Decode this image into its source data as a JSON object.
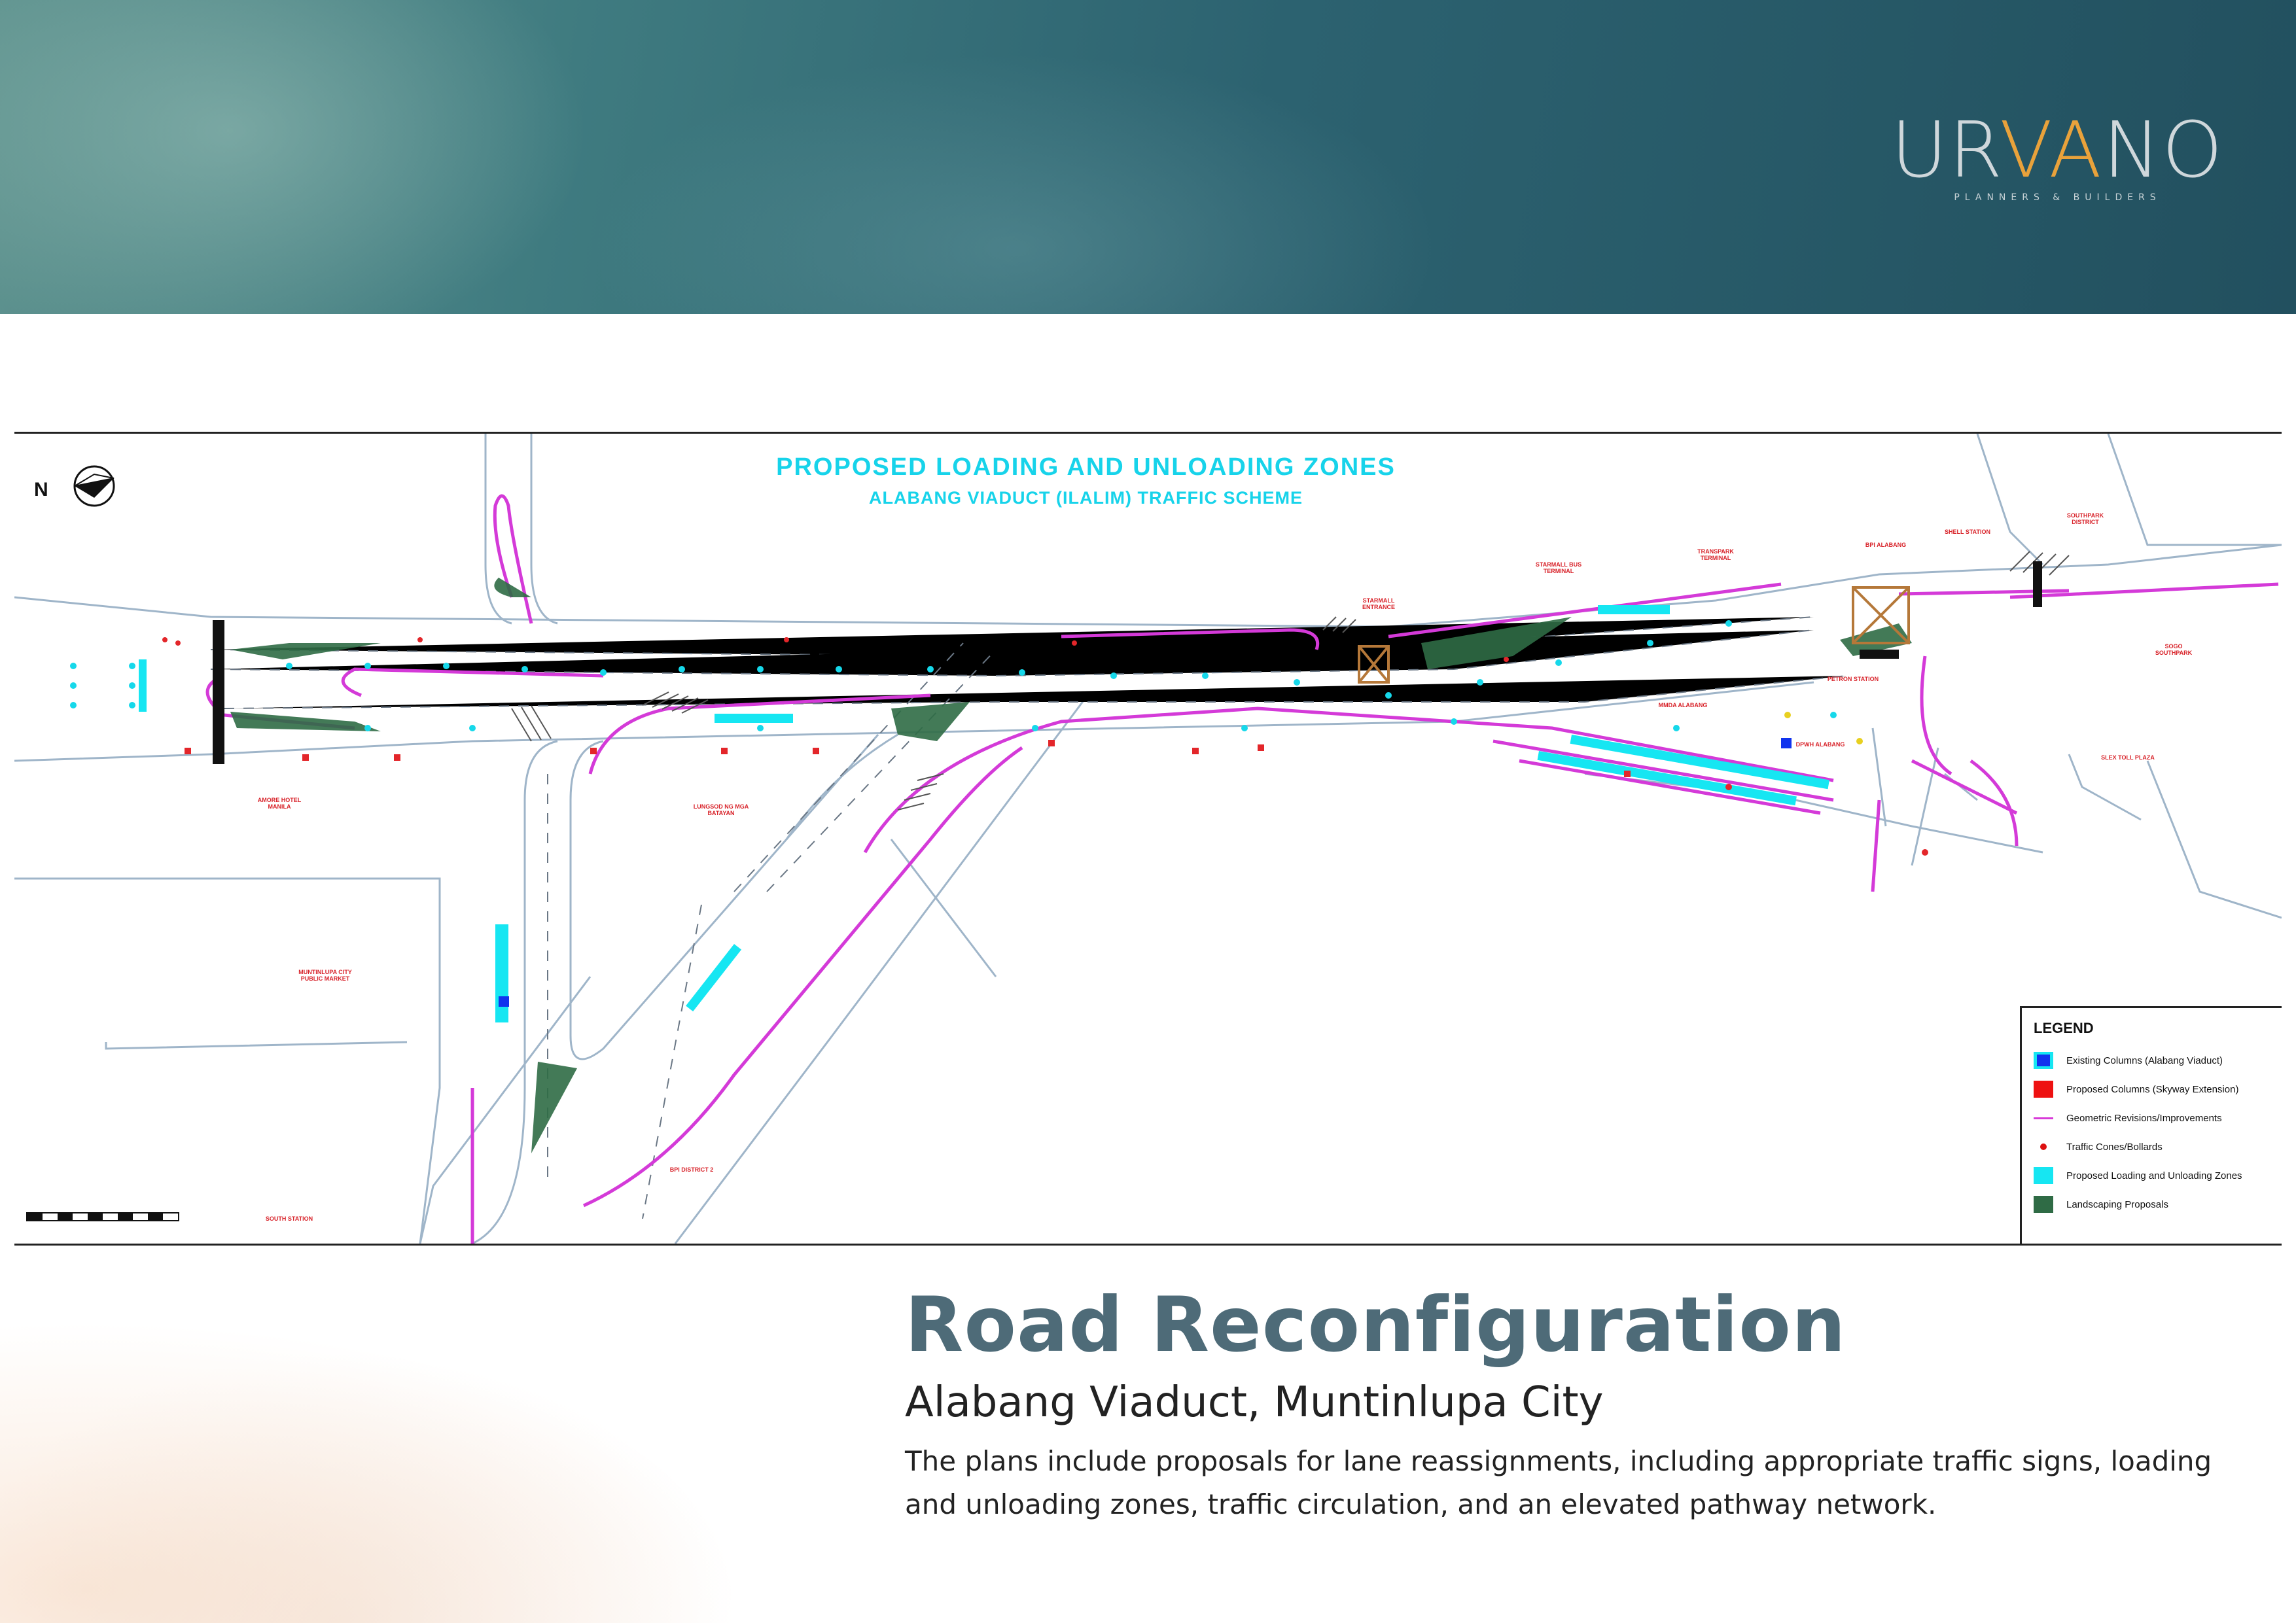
{
  "header": {
    "logo_text_a": "UR",
    "logo_text_v": "VA",
    "logo_text_b": "NO",
    "logo_tagline": "PLANNERS & BUILDERS"
  },
  "plan": {
    "title": "PROPOSED LOADING AND UNLOADING ZONES",
    "subtitle": "ALABANG VIADUCT (ILALIM) TRAFFIC SCHEME",
    "north_label": "N",
    "site_labels": {
      "amore": "AMORE HOTEL MANILA",
      "lungsod": "LUNGSOD NG MGA BATAYAN",
      "public_market": "MUNTINLUPA CITY PUBLIC MARKET",
      "bpi_district": "BPI DISTRICT 2",
      "shell_south": "SOUTH STATION",
      "petron": "PETRON STATION",
      "starmall_entrance": "STARMALL ENTRANCE",
      "starmall_bus": "STARMALL BUS TERMINAL",
      "transpark": "TRANSPARK TERMINAL",
      "bpi_alabang": "BPI ALABANG",
      "shell_station": "SHELL STATION",
      "southpark": "SOUTHPARK DISTRICT",
      "sogo": "SOGO SOUTHPARK",
      "slex": "SLEX TOLL PLAZA",
      "depwi": "DPWH ALABANG",
      "mmda": "MMDA ALABANG"
    },
    "legend": {
      "title": "LEGEND",
      "items": [
        {
          "label": "Existing Columns (Alabang Viaduct)",
          "color": "#1133ee"
        },
        {
          "label": "Proposed Columns (Skyway Extension)",
          "color": "#ee1111"
        },
        {
          "label": "Geometric Revisions/Improvements",
          "color": "#d83ad8"
        },
        {
          "label": "Traffic Cones/Bollards",
          "color": "#dd1111"
        },
        {
          "label": "Proposed Loading and Unloading Zones",
          "color": "#16e6f2"
        },
        {
          "label": "Landscaping Proposals",
          "color": "#2f6b45"
        }
      ]
    }
  },
  "caption": {
    "title": "Road Reconfiguration",
    "subtitle": "Alabang Viaduct, Muntinlupa City",
    "body": "The plans include proposals for lane reassignments, including appropriate traffic signs, loading and unloading zones, traffic circulation, and an elevated pathway network."
  }
}
